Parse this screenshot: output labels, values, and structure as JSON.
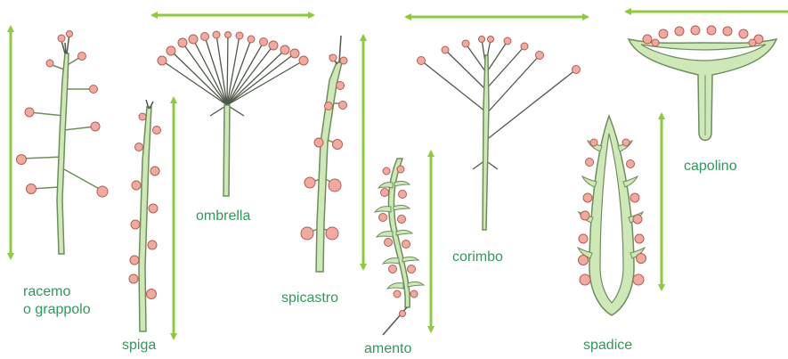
{
  "colors": {
    "arrow": "#8ccc3a",
    "label": "#2f9a5b",
    "stem_fill": "#cfe8b8",
    "stem_stroke": "#6c8f5a",
    "flower_fill": "#f2aaa0",
    "flower_stroke": "#b25e52",
    "dark_stroke": "#4f5a4a"
  },
  "labels": {
    "racemo": "racemo\no grappolo",
    "spiga": "spiga",
    "ombrella": "ombrella",
    "spicastro": "spicastro",
    "amento": "amento",
    "corimbo": "corimbo",
    "spadice": "spadice",
    "capolino": "capolino"
  },
  "icons": [
    "raceme-illustration",
    "spike-illustration",
    "umbel-illustration",
    "spicastro-illustration",
    "catkin-illustration",
    "corymb-illustration",
    "spadix-illustration",
    "capitulum-illustration",
    "double-arrow-icon"
  ]
}
